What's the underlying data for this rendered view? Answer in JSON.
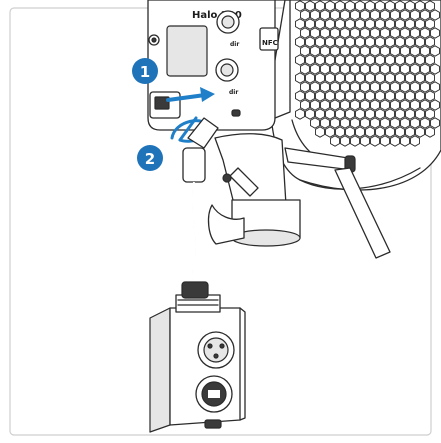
{
  "device": {
    "brand_label": "Halo 300",
    "nfc_label": "NFC",
    "knob_mark_top": "dir",
    "knob_mark_bottom": "dir"
  },
  "steps": [
    {
      "number": "1"
    },
    {
      "number": "2"
    }
  ],
  "colors": {
    "step_badge": "#1f74b9",
    "arrow": "#1f7fc9",
    "frame": "#cfcfcf"
  }
}
